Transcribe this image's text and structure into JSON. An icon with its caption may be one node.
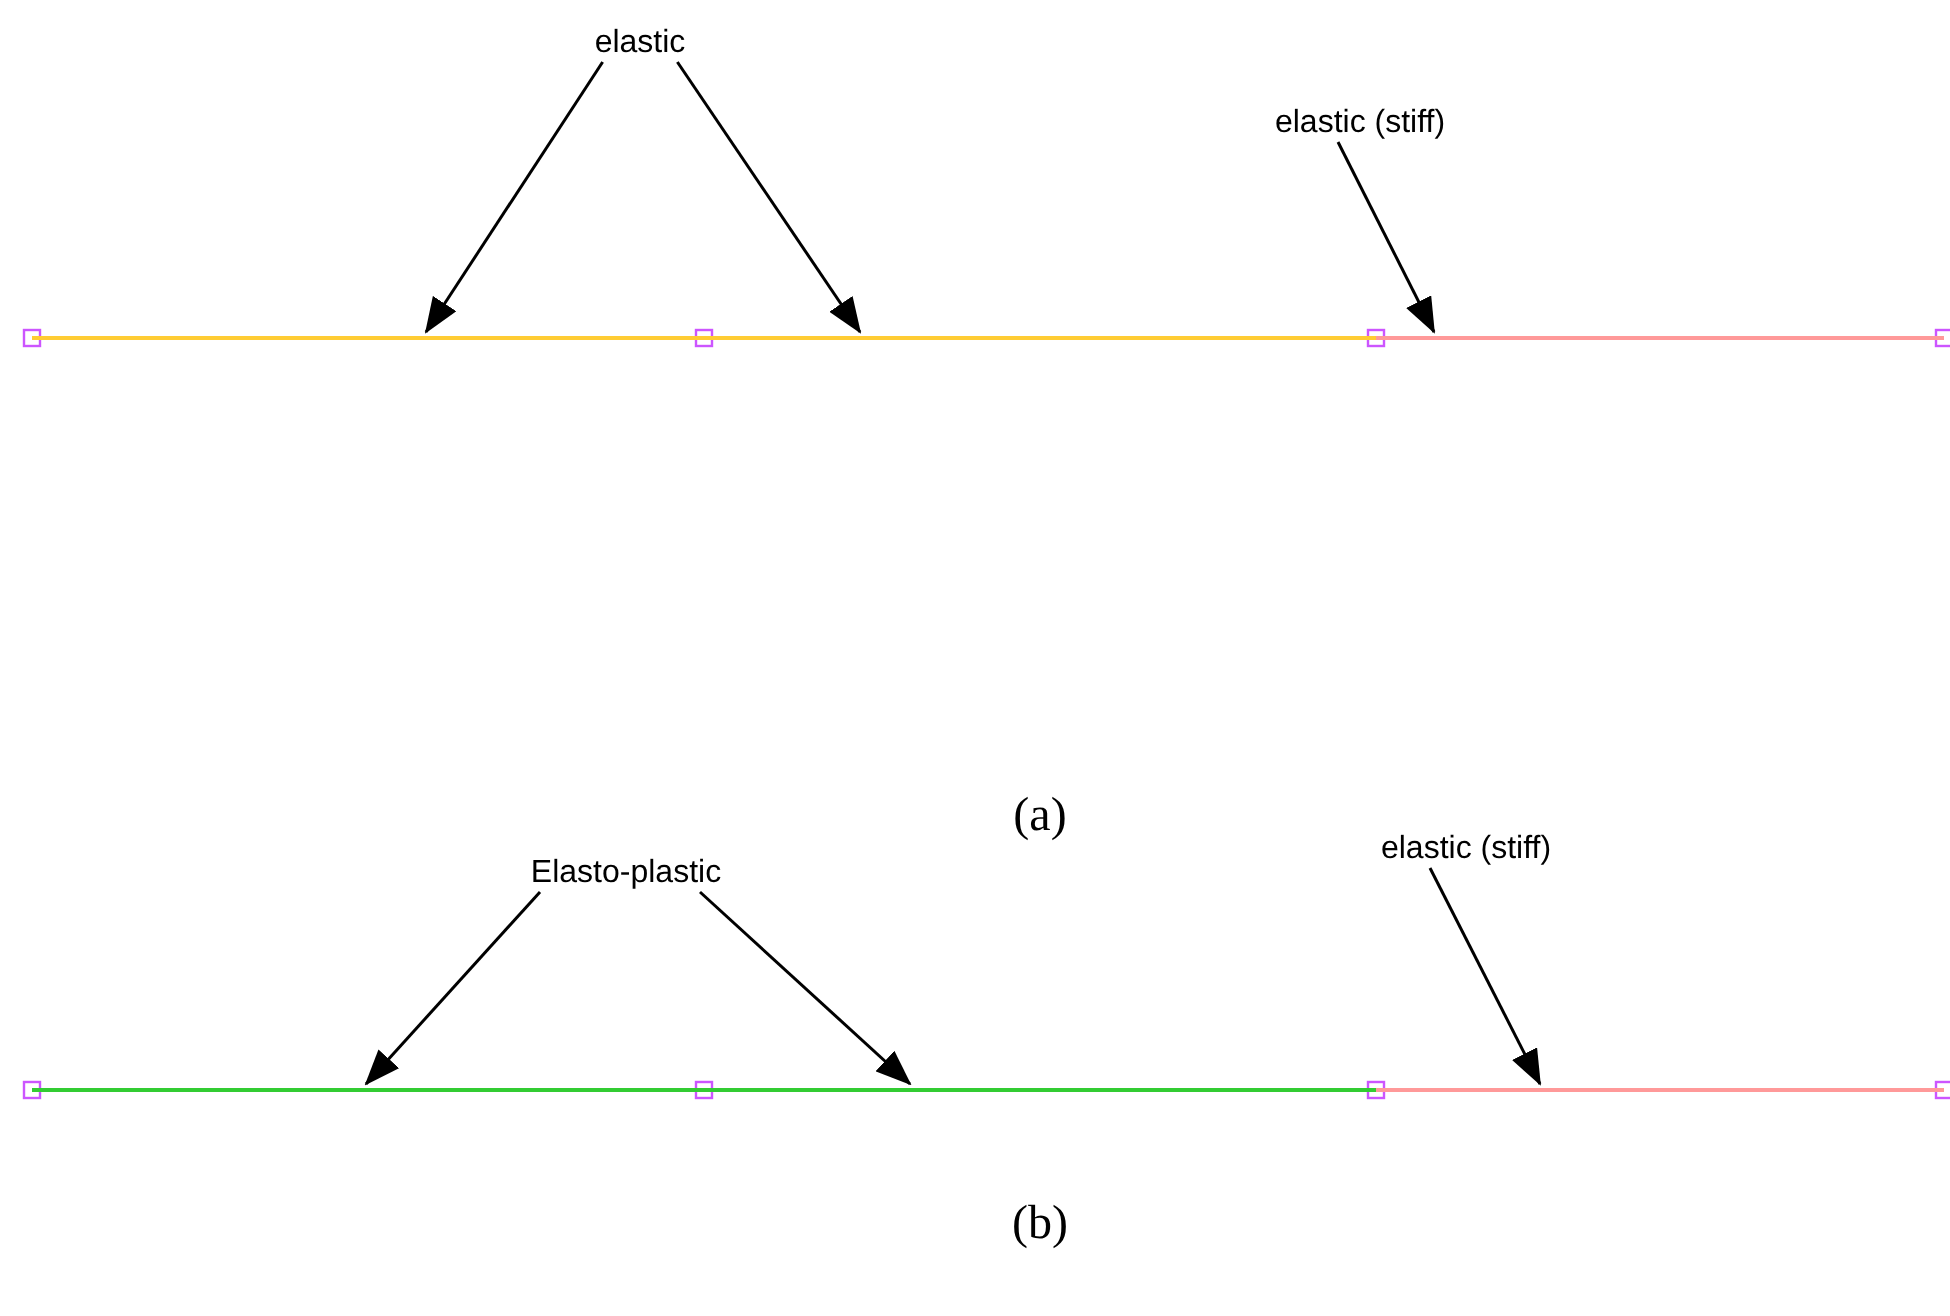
{
  "diagram": {
    "nodes": [
      {
        "text": [
          "elastic"
        ]
      },
      {
        "text": [],
        "shape": "line"
      },
      {
        "text": [],
        "shape": "line"
      },
      {
        "text": [
          "elastic (stiff)"
        ]
      },
      {
        "text": [],
        "shape": "line"
      },
      {
        "text": [
          "Elasto-plastic"
        ]
      },
      {
        "text": [],
        "shape": "line"
      },
      {
        "text": [],
        "shape": "line"
      },
      {
        "text": [
          "elastic (stiff)"
        ]
      },
      {
        "text": [],
        "shape": "line"
      }
    ],
    "edges": [
      {
        "from": 0,
        "to": 1,
        "arrow": "to"
      },
      {
        "from": 0,
        "to": 2,
        "arrow": "to"
      },
      {
        "from": 3,
        "to": 4,
        "arrow": "to"
      },
      {
        "from": 5,
        "to": 6,
        "arrow": "to"
      },
      {
        "from": 5,
        "to": 7,
        "arrow": "to"
      },
      {
        "from": 8,
        "to": 9,
        "arrow": "to"
      }
    ],
    "labels": [
      "(a)",
      "(b)"
    ]
  }
}
